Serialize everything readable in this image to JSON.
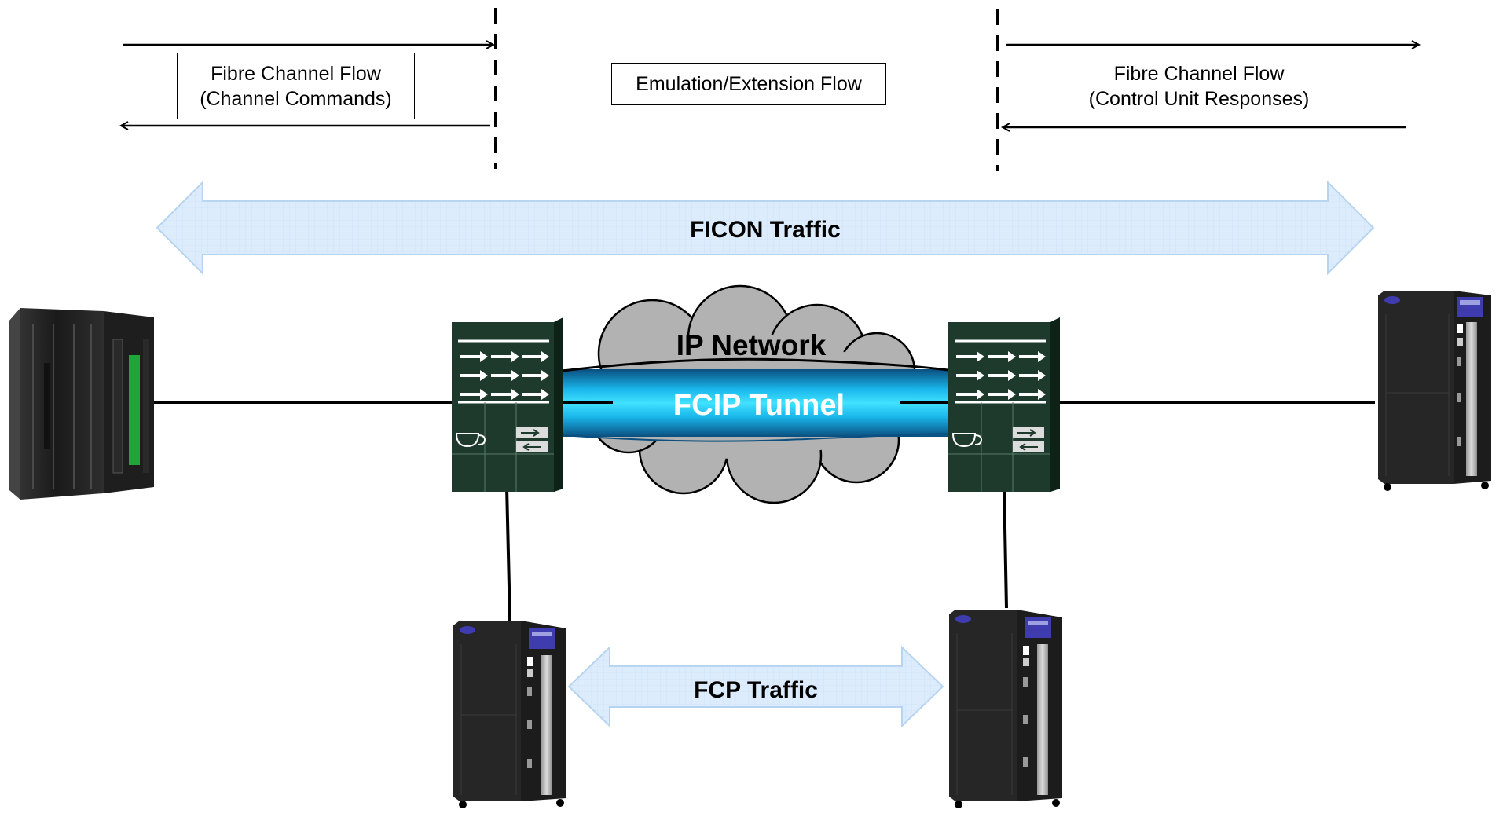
{
  "flows": {
    "left_line1": "Fibre Channel Flow",
    "left_line2": "(Channel Commands)",
    "middle": "Emulation/Extension Flow",
    "right_line1": "Fibre Channel Flow",
    "right_line2": "(Control Unit Responses)"
  },
  "traffic": {
    "ficon": "FICON Traffic",
    "fcp": "FCP Traffic"
  },
  "network": {
    "ip": "IP Network",
    "tunnel": "FCIP Tunnel"
  },
  "colors": {
    "arrow_fill": "#dcecfc",
    "arrow_stroke": "#b6d4f0",
    "tunnel_core": "#2ed8ff",
    "tunnel_edge": "#0a5a8c",
    "cloud": "#b2b2b2",
    "switch_body": "#1e3a2c",
    "storage_body": "#262626",
    "storage_badge": "#3e3cae"
  }
}
